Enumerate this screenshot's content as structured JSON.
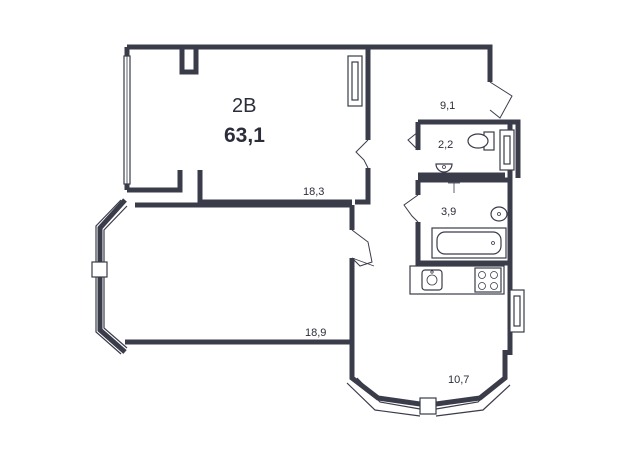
{
  "apartment": {
    "type_label": "2В",
    "total_area": "63,1"
  },
  "rooms": [
    {
      "id": "bedroom",
      "area": "18,3"
    },
    {
      "id": "living",
      "area": "18,9"
    },
    {
      "id": "hall",
      "area": "9,1"
    },
    {
      "id": "wc",
      "area": "2,2"
    },
    {
      "id": "bathroom",
      "area": "3,9"
    },
    {
      "id": "kitchen",
      "area": "10,7"
    }
  ],
  "colors": {
    "wall": "#3a3c4a",
    "background": "#ffffff"
  }
}
